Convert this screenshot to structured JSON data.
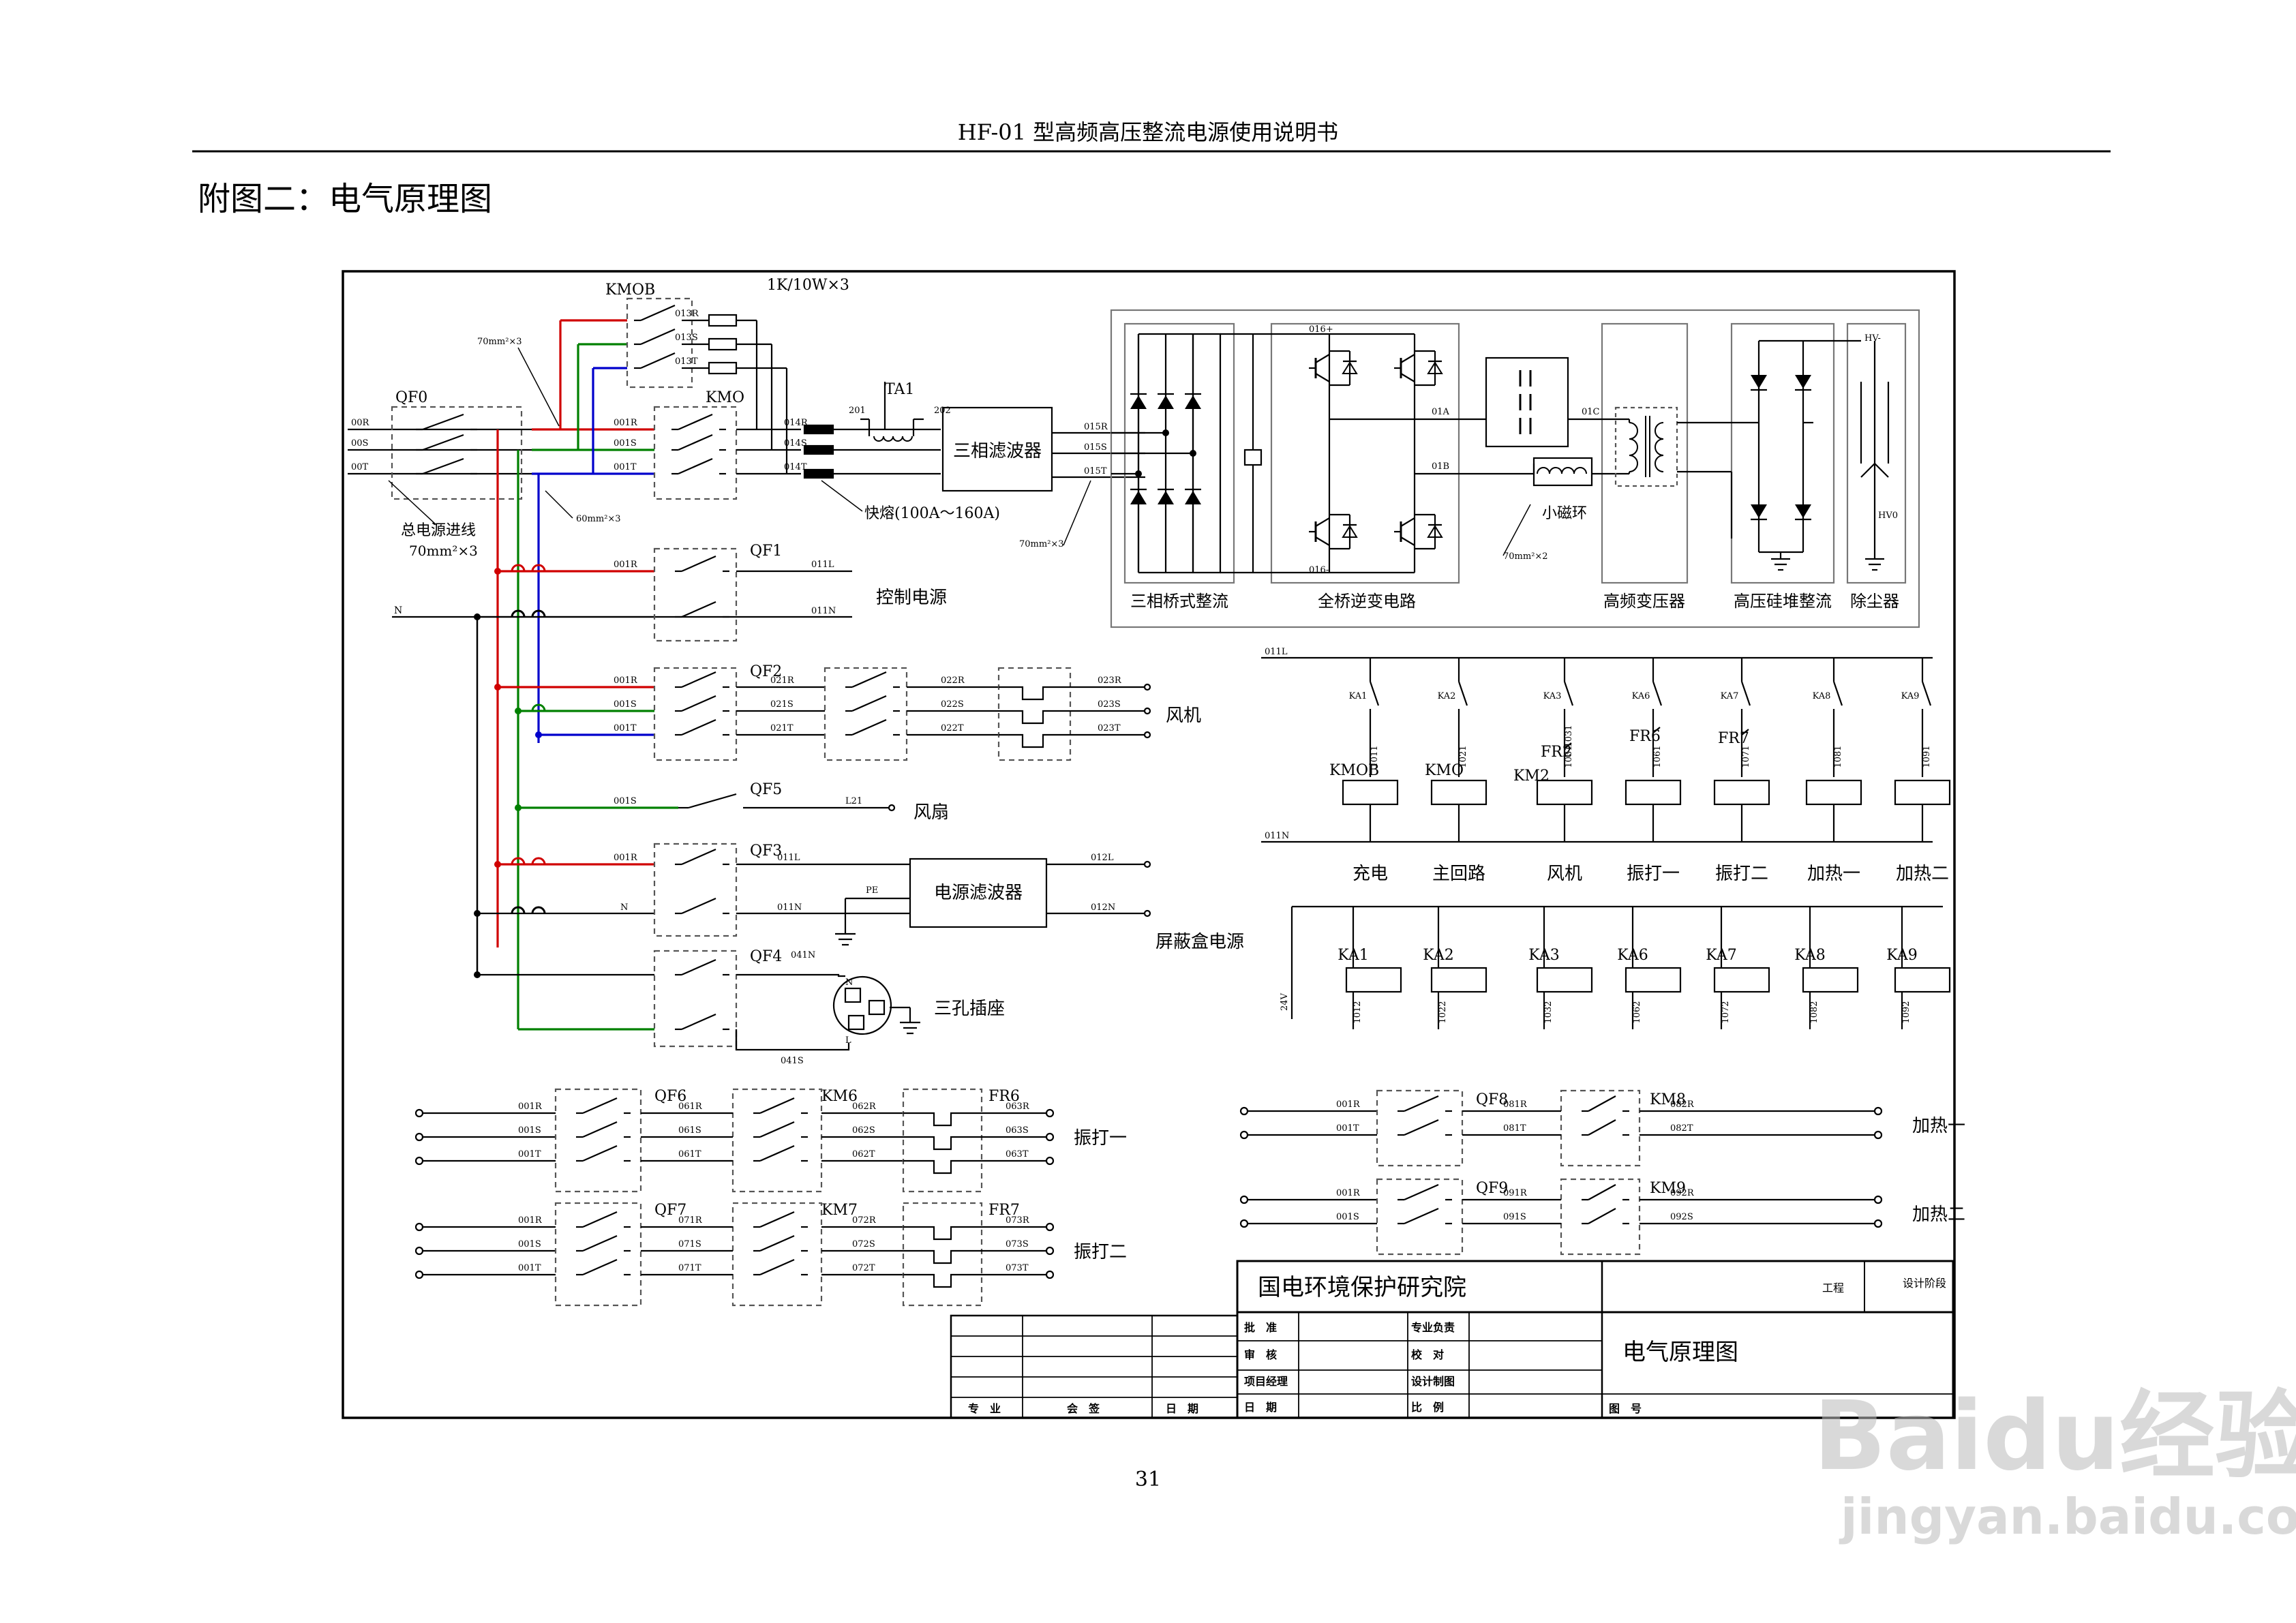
{
  "header": {
    "doc_title": "HF-01 型高频高压整流电源使用说明书",
    "page_number": "31"
  },
  "figure_title": "附图二：电气原理图",
  "watermark": {
    "brand": "Baidu经验",
    "url": "jingyan.baidu.com"
  },
  "colors": {
    "phase_R": "#d00000",
    "phase_S": "#008000",
    "phase_T": "#0000cc",
    "line": "#000000",
    "dash": "#555555"
  },
  "labels": {
    "qf0": "QF0",
    "kmob": "KMOB",
    "kmo": "KMO",
    "res": "1K/10W×3",
    "ta1": "TA1",
    "cable70": "70mm²×3",
    "cable60": "60mm²×3",
    "cable70b": "70mm²×3",
    "cable70x2": "70mm²×2",
    "mains1": "总电源进线",
    "mains2": "70mm²×3",
    "fuse": "快熔(100A～160A)",
    "filter3": "三相滤波器",
    "n": "N",
    "t201": "201",
    "t202": "202",
    "w00R": "00R",
    "w00S": "00S",
    "w00T": "00T",
    "w001R": "001R",
    "w001S": "001S",
    "w001T": "001T",
    "w013R": "013R",
    "w013S": "013S",
    "w013T": "013T",
    "w014R": "014R",
    "w014S": "014S",
    "w014T": "014T",
    "w015R": "015R",
    "w015S": "015S",
    "w015T": "015T",
    "qf1": "QF1",
    "w011L": "011L",
    "w011N": "011N",
    "ctrl_power": "控制电源",
    "qf2": "QF2",
    "w021R": "021R",
    "w021S": "021S",
    "w021T": "021T",
    "w022R": "022R",
    "w022S": "022S",
    "w022T": "022T",
    "w023R": "023R",
    "w023S": "023S",
    "w023T": "023T",
    "fan": "风机",
    "qf5": "QF5",
    "wL21": "L21",
    "fan2": "风扇",
    "qf3": "QF3",
    "w012L": "012L",
    "w012N": "012N",
    "pe": "PE",
    "pfilter": "电源滤波器",
    "shield": "屏蔽盒电源",
    "qf4": "QF4",
    "w041N": "041N",
    "w041S": "041S",
    "socket": "三孔插座",
    "sN": "N",
    "sL": "L",
    "qf6": "QF6",
    "km6": "KM6",
    "fr6": "FR6",
    "rap1": "振打一",
    "w061R": "061R",
    "w061S": "061S",
    "w061T": "061T",
    "w062R": "062R",
    "w062S": "062S",
    "w062T": "062T",
    "w063R": "063R",
    "w063S": "063S",
    "w063T": "063T",
    "qf7": "QF7",
    "km7": "KM7",
    "fr7": "FR7",
    "rap2": "振打二",
    "w071R": "071R",
    "w071S": "071S",
    "w071T": "071T",
    "w072R": "072R",
    "w072S": "072S",
    "w072T": "072T",
    "w073R": "073R",
    "w073S": "073S",
    "w073T": "073T",
    "qf8": "QF8",
    "km8": "KM8",
    "heat1": "加热一",
    "w081R": "081R",
    "w081T": "081T",
    "w082R": "082R",
    "w082T": "082T",
    "qf9": "QF9",
    "km9": "KM9",
    "heat2": "加热二",
    "w091R": "091R",
    "w091S": "091S",
    "w092R": "092R",
    "w092S": "092S",
    "bridge": "三相桥式整流",
    "inverter": "全桥逆变电路",
    "hvtrans": "高频变压器",
    "hvrect": "高压硅堆整流",
    "esp": "除尘器",
    "w016p": "016+",
    "w016m": "016-",
    "w01A": "01A",
    "w01B": "01B",
    "w01C": "01C",
    "ring": "小磁环",
    "hvm": "HV-",
    "hv0": "HV0",
    "v24": "24V"
  },
  "relay_top": {
    "contacts": [
      "KA1",
      "KA2",
      "KA3",
      "KA6",
      "KA7",
      "KA8",
      "KA9"
    ],
    "wires_top": [
      "1011",
      "1021",
      "1031",
      "1061",
      "1071",
      "1081",
      "1091"
    ],
    "wire_31b": "1031",
    "frs": [
      "FR2",
      "FR6",
      "FR7"
    ],
    "coils": [
      "KMOB",
      "KMO",
      "KM2"
    ],
    "functions": [
      "充电",
      "主回路",
      "风机",
      "振打一",
      "振打二",
      "加热一",
      "加热二"
    ]
  },
  "relay_bottom": {
    "coils": [
      "KA1",
      "KA2",
      "KA3",
      "KA6",
      "KA7",
      "KA8",
      "KA9"
    ],
    "wires": [
      "1012",
      "1022",
      "1032",
      "1062",
      "1072",
      "1082",
      "1092"
    ]
  },
  "title_block": {
    "institute": "国电环境保护研究院",
    "project": "工程",
    "design_stage": "设计阶段",
    "rows": [
      [
        "批　准",
        "专业负责"
      ],
      [
        "审　核",
        "校　对"
      ],
      [
        "项目经理",
        "设计制图"
      ],
      [
        "日　期",
        "比　例"
      ]
    ],
    "drawing_name": "电气原理图",
    "drawing_no": "图　号",
    "sign_cols": [
      "专　业",
      "会　签",
      "日　期"
    ]
  }
}
